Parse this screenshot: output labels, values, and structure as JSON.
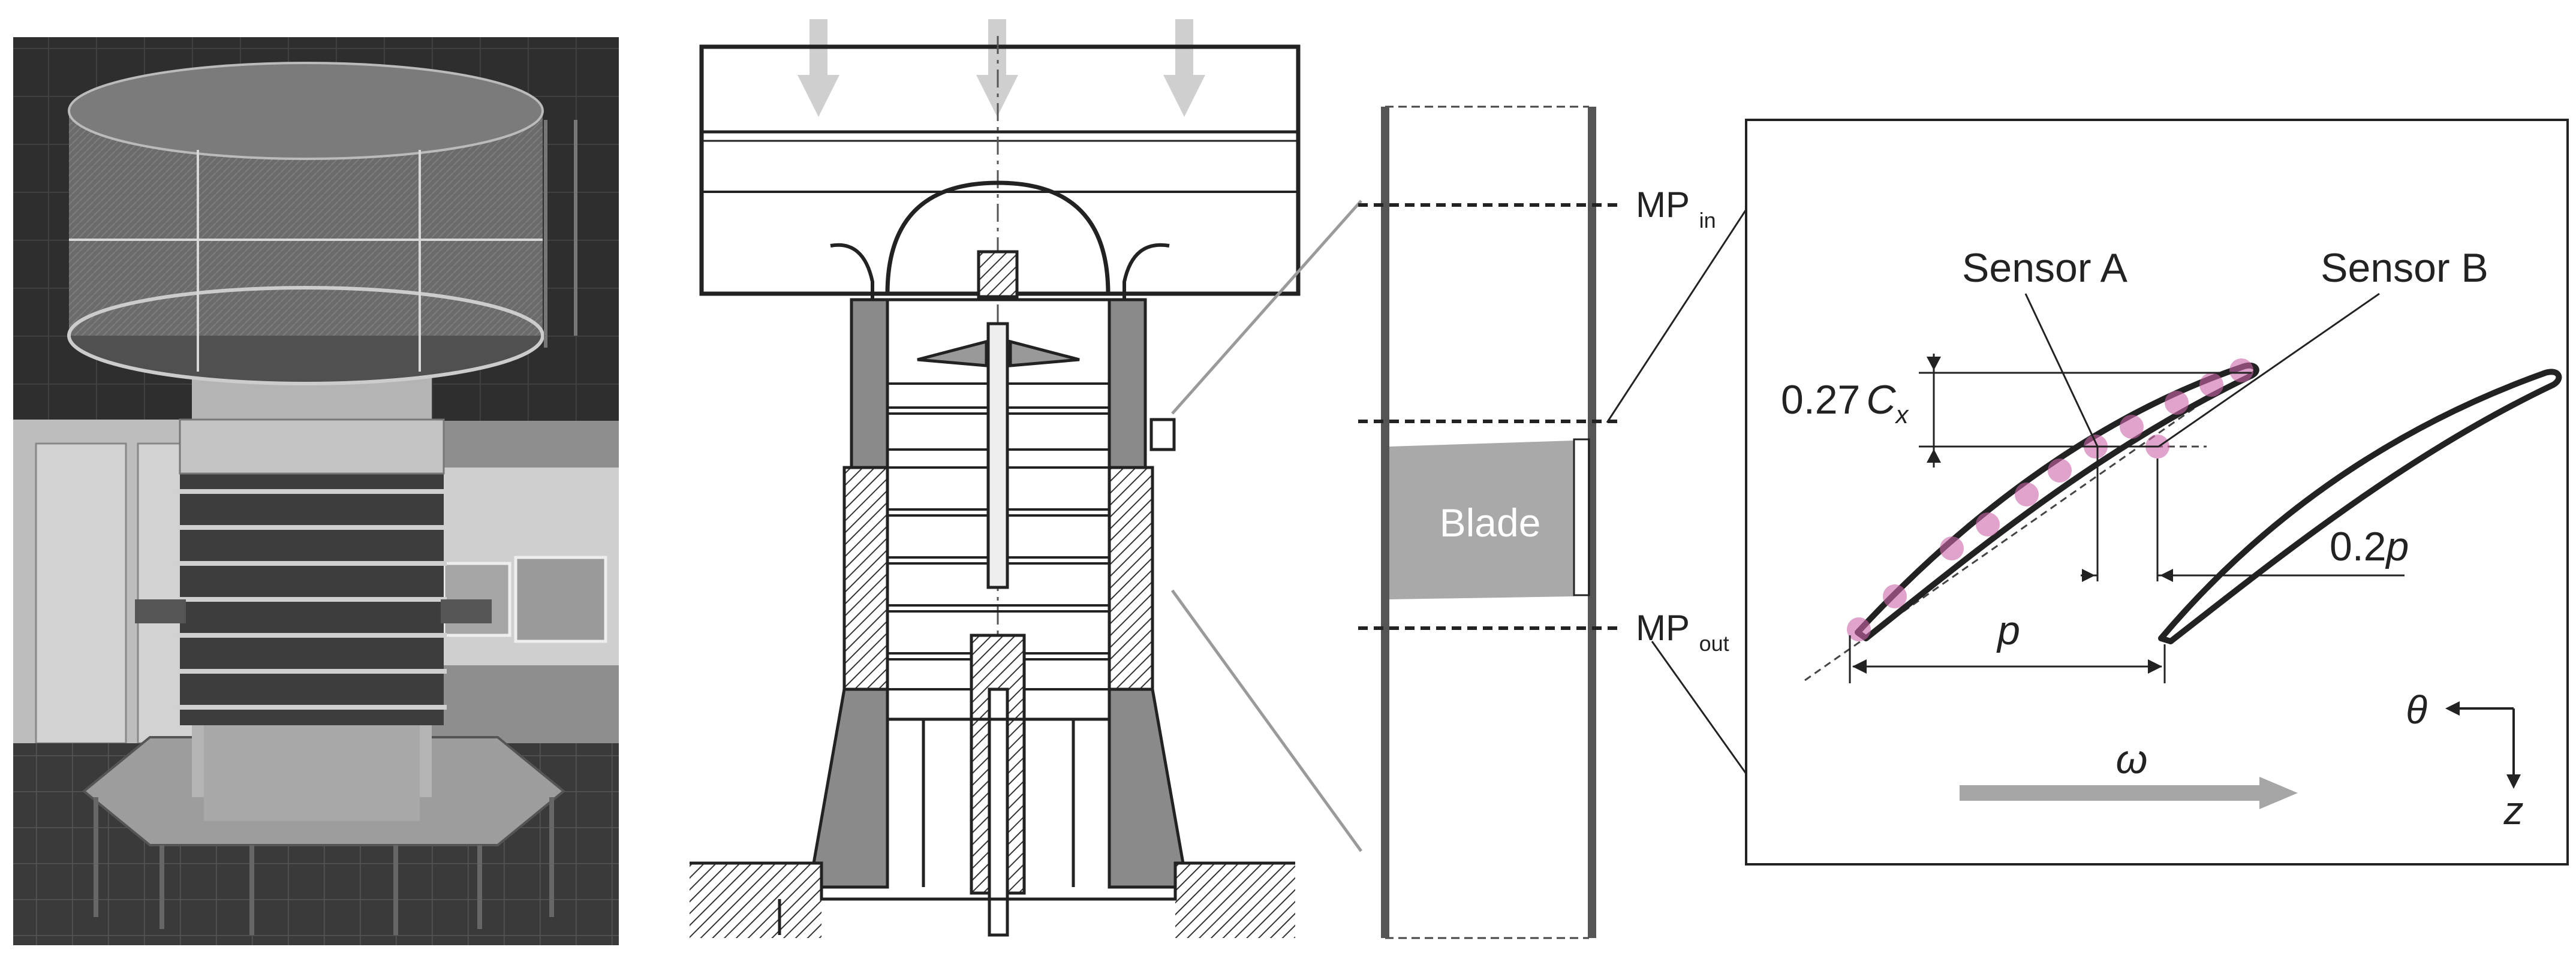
{
  "labels": {
    "mp_in": "MP",
    "mp_in_sub": "in",
    "mp_out": "MP",
    "mp_out_sub": "out",
    "blade": "Blade",
    "sensor_a": "Sensor A",
    "sensor_b": "Sensor B",
    "chord_coef": "0.27",
    "chord_symbol": "C",
    "chord_sub": "x",
    "offset_coef": "0.2",
    "offset_symbol": "p",
    "pitch": "p",
    "omega": "ω",
    "theta": "θ",
    "z": "z"
  },
  "colors": {
    "background": "#ffffff",
    "ink": "#222222",
    "gray_arrow": "#a6a6a6",
    "blade_fill": "#a9a9a9",
    "sensor_marker": "#cc66aa"
  }
}
